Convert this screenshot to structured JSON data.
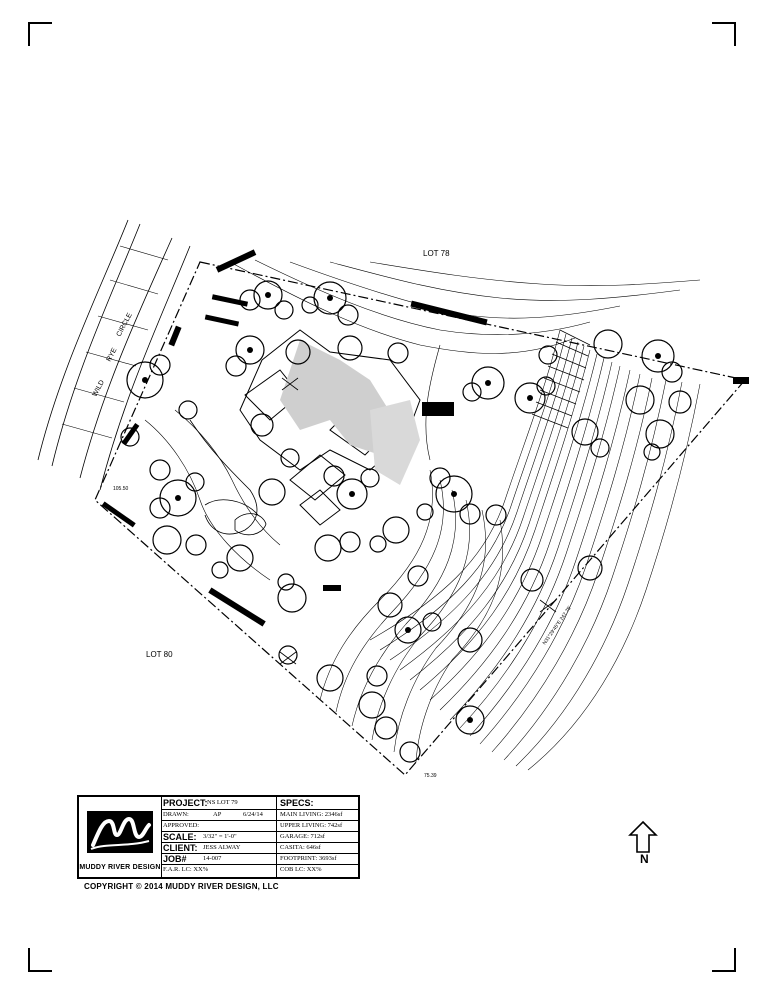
{
  "plan": {
    "lot_north": "LOT 78",
    "lot_southwest": "LOT 80",
    "street_words": [
      "WILD",
      "RYE",
      "CIRCLE"
    ],
    "elevation_labels": [
      "105.50",
      "75.39"
    ],
    "boundary_label": "N31°29'45\"E 247.75'"
  },
  "title_block": {
    "company": "MUDDY RIVER DESIGN",
    "project_label": "PROJECT:",
    "project_value": "NS LOT 79",
    "drawn_label": "DRAWN:",
    "drawn_by": "AP",
    "date": "6/24/14",
    "approved_label": "APPROVED:",
    "scale_label": "SCALE:",
    "scale_value": "3/32\" = 1'-0\"",
    "client_label": "CLIENT:",
    "client_value": "JESS ALWAY",
    "job_label": "JOB#",
    "job_value": "14-007",
    "far_text": "F.A.R. LC: XX%",
    "specs_label": "SPECS:",
    "specs": [
      "MAIN LIVING: 2346sf",
      "UPPER LIVING: 742sf",
      "GARAGE: 712sf",
      "CASITA: 646sf",
      "FOOTPRINT: 3693sf",
      "COB LC: XX%"
    ]
  },
  "copyright": "COPYRIGHT © 2014 MUDDY RIVER DESIGN, LLC",
  "north_label": "N"
}
